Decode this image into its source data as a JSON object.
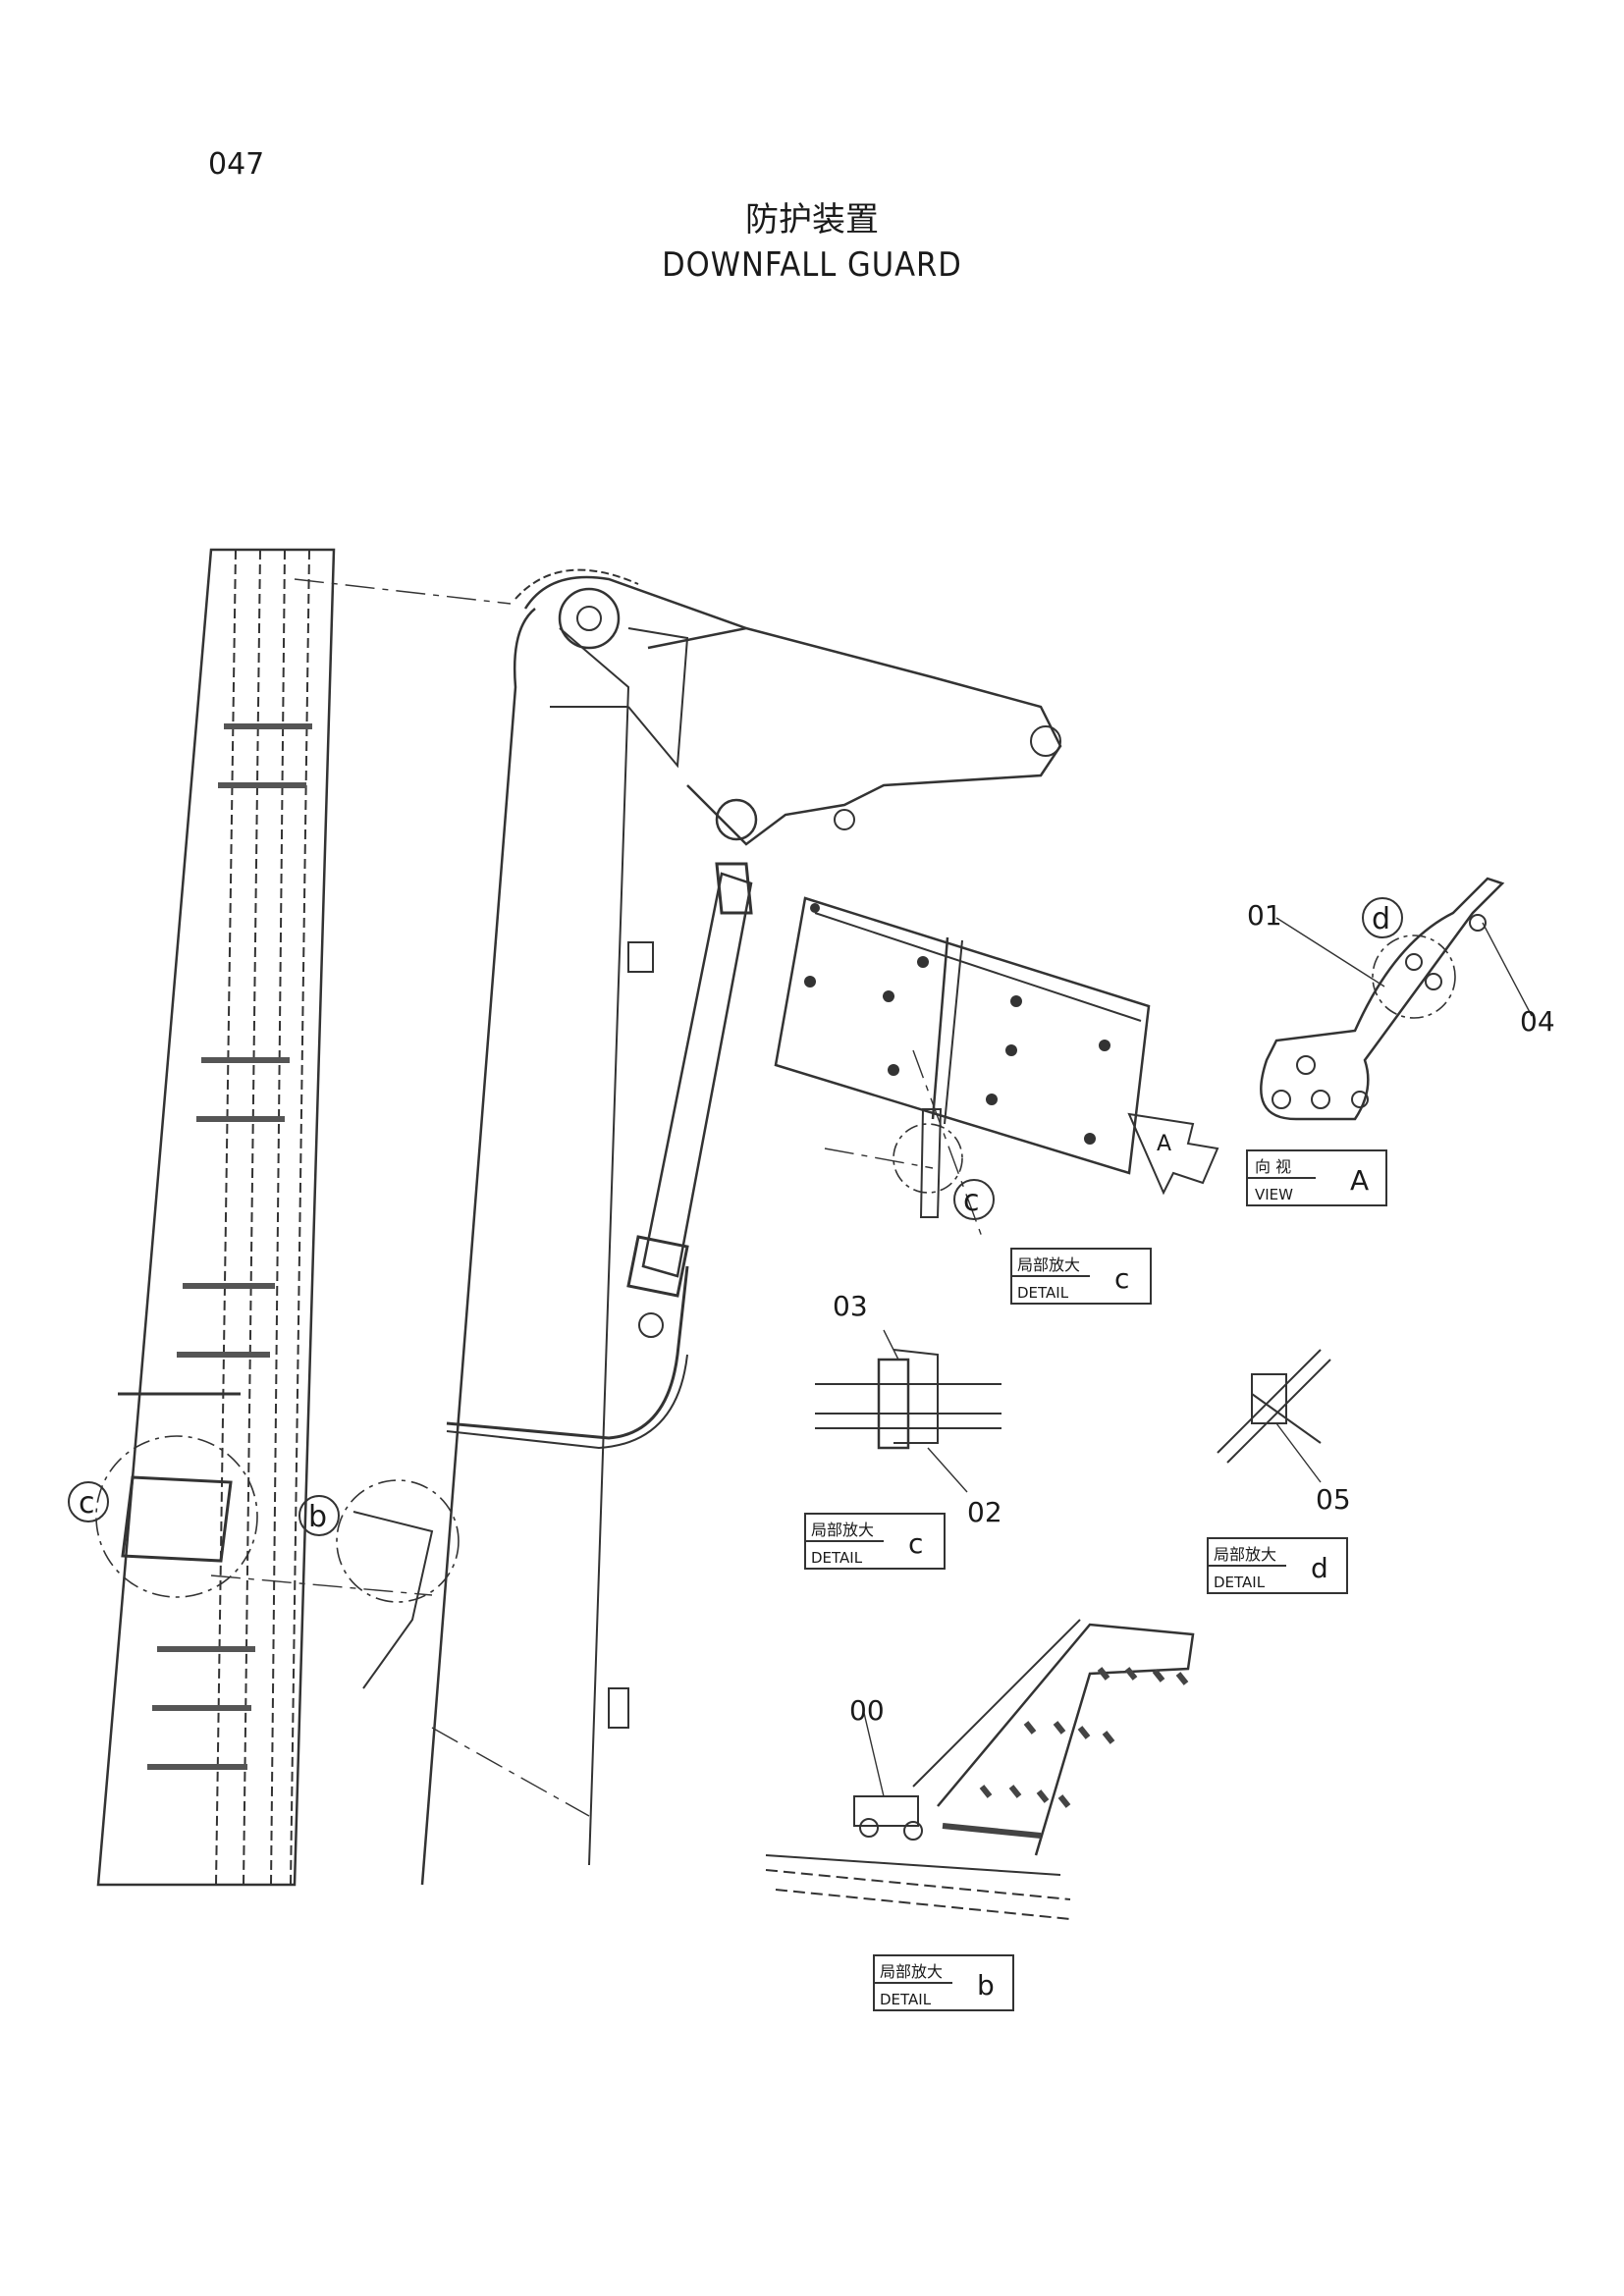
{
  "page_number": "047",
  "title_cn": "防护装置",
  "title_en": "DOWNFALL GUARD",
  "callouts": {
    "c_main": "c",
    "b_main": "b",
    "c_detail": "c",
    "d_detail": "d",
    "view_arrow": "A"
  },
  "part_numbers": {
    "p00": "00",
    "p01": "01",
    "p02": "02",
    "p03": "03",
    "p04": "04",
    "p05": "05"
  },
  "boxes": {
    "view_a": {
      "cn": "向  视",
      "en": "VIEW",
      "letter": "A"
    },
    "detail_c_upper": {
      "cn": "局部放大",
      "en": "DETAIL",
      "letter": "c"
    },
    "detail_c_lower": {
      "cn": "局部放大",
      "en": "DETAIL",
      "letter": "c"
    },
    "detail_d": {
      "cn": "局部放大",
      "en": "DETAIL",
      "letter": "d"
    },
    "detail_b": {
      "cn": "局部放大",
      "en": "DETAIL",
      "letter": "b"
    }
  }
}
